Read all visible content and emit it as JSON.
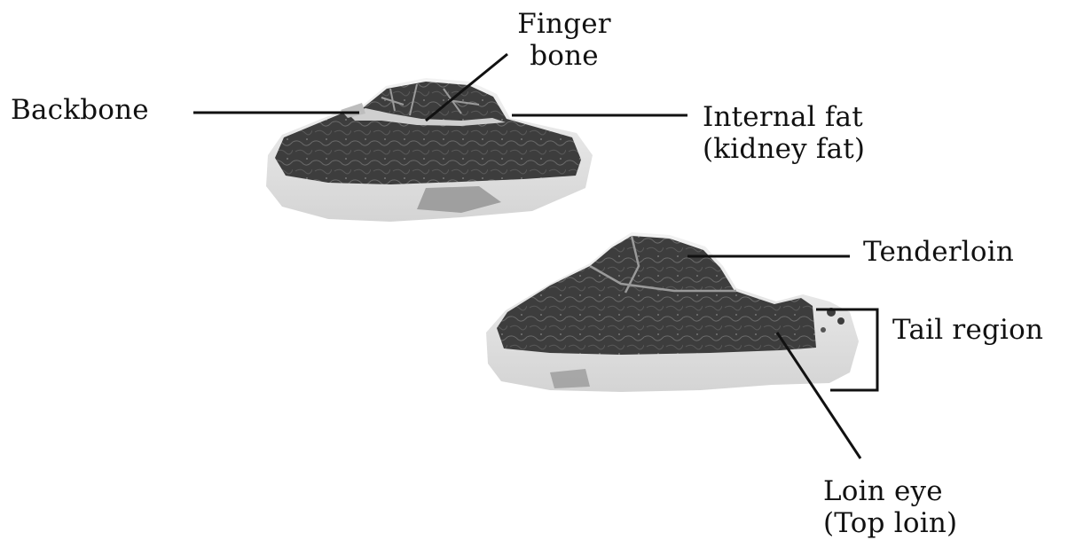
{
  "labels": {
    "finger_bone": [
      "Finger",
      "bone"
    ],
    "backbone": "Backbone",
    "internal_fat": [
      "Internal fat",
      "(kidney fat)"
    ],
    "tenderloin": "Tenderloin",
    "tail_region": "Tail region",
    "loin_eye": [
      "Loin eye",
      "(Top loin)"
    ]
  },
  "colors": {
    "lean": "#3d3d3d",
    "fat": "#e6e6e6",
    "bone": "#cfcfcf",
    "line": "#111111"
  }
}
